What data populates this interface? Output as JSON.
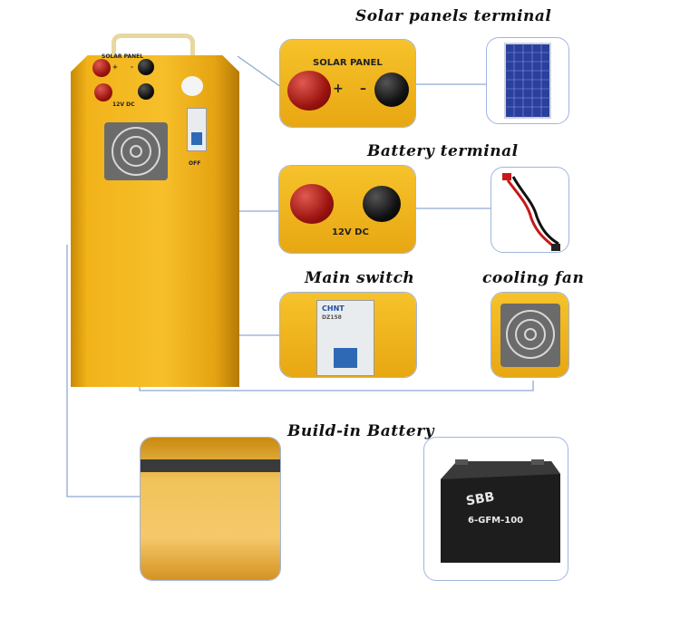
{
  "titles": {
    "solar": "Solar panels terminal",
    "battery_terminal": "Battery terminal",
    "main_switch": "Main switch",
    "cooling_fan": "cooling fan",
    "build_in_battery": "Build-in Battery"
  },
  "cabinet_labels": {
    "solar_panel": "SOLAR  PANEL",
    "plus": "+",
    "minus": "-",
    "dc": "12V DC",
    "off": "OFF"
  },
  "closeups": {
    "solar_panel_label": "SOLAR  PANEL",
    "plus": "+",
    "minus": "–",
    "dc_label": "12V DC",
    "switch_brand": "CHNT",
    "switch_model": "DZ158"
  },
  "battery": {
    "brand": "SBB",
    "model": "6-GFM-100"
  }
}
